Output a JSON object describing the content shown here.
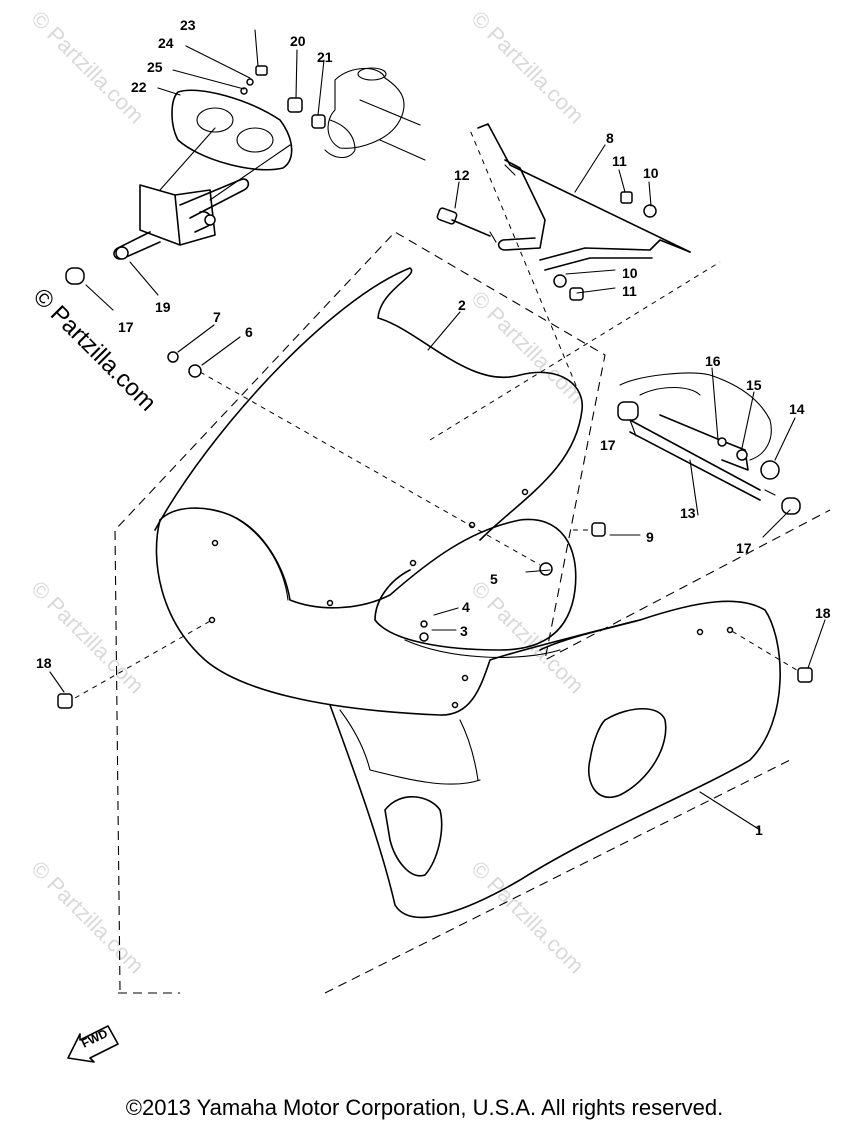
{
  "watermark": "© Partzilla.com",
  "copyright": "©2013 Yamaha Motor Corporation, U.S.A. All rights reserved.",
  "direction_label": "FWD",
  "callouts": {
    "c1": "1",
    "c2": "2",
    "c3": "3",
    "c4": "4",
    "c5": "5",
    "c6": "6",
    "c7": "7",
    "c8": "8",
    "c9": "9",
    "c10a": "10",
    "c10b": "10",
    "c11a": "11",
    "c11b": "11",
    "c12": "12",
    "c13": "13",
    "c14": "14",
    "c15": "15",
    "c16": "16",
    "c17a": "17",
    "c17b": "17",
    "c17c": "17",
    "c18a": "18",
    "c18b": "18",
    "c19": "19",
    "c20": "20",
    "c21": "21",
    "c22": "22",
    "c23": "23",
    "c24": "24",
    "c25": "25"
  }
}
